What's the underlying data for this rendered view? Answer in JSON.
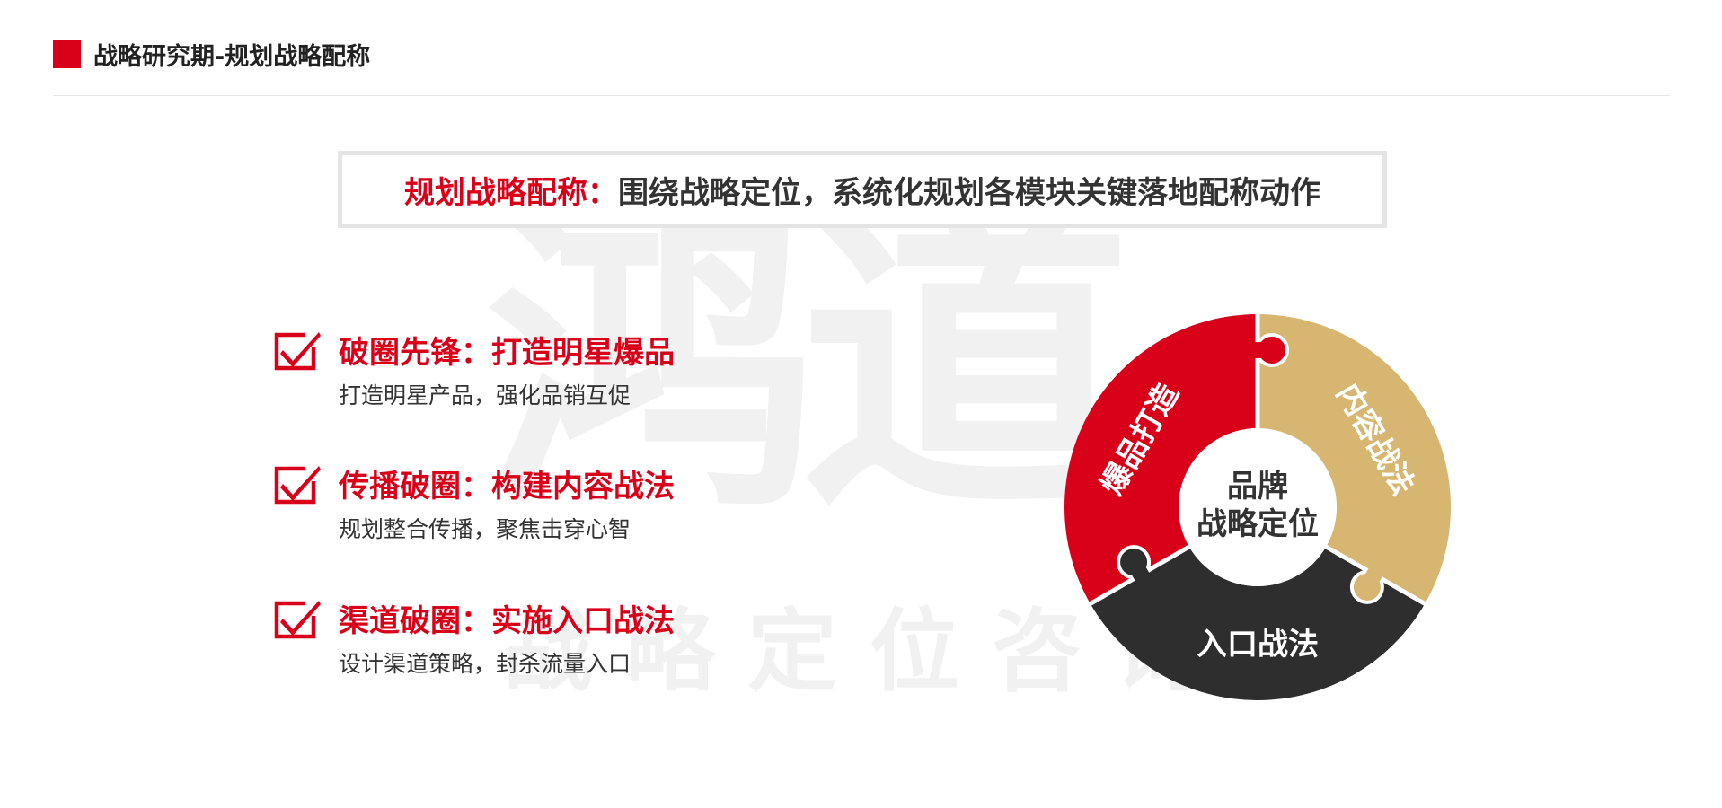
{
  "header": {
    "title": "战略研究期-规划战略配称"
  },
  "banner": {
    "key": "规划战略配称：",
    "text": "围绕战略定位，系统化规划各模块关键落地配称动作"
  },
  "watermark": {
    "large": "鸿道",
    "small": "战略定位咨询"
  },
  "items": [
    {
      "title": "破圈先锋：打造明星爆品",
      "desc": "打造明星产品，强化品销互促"
    },
    {
      "title": "传播破圈：构建内容战法",
      "desc": "规划整合传播，聚焦击穿心智"
    },
    {
      "title": "渠道破圈：实施入口战法",
      "desc": "设计渠道策略，封杀流量入口"
    }
  ],
  "wheel": {
    "segments": [
      {
        "label": "爆品打造",
        "color": "#d9011a"
      },
      {
        "label": "内容战法",
        "color": "#d7b671"
      },
      {
        "label": "入口战法",
        "color": "#2e2e2e"
      }
    ],
    "center_line1": "品牌",
    "center_line2": "战略定位",
    "center_color": "#333333"
  },
  "colors": {
    "accent": "#d9011a",
    "divider": "#e6e6e6"
  },
  "icons": {
    "check": "checkbox-check-icon",
    "header_mark": "red-square-icon"
  }
}
